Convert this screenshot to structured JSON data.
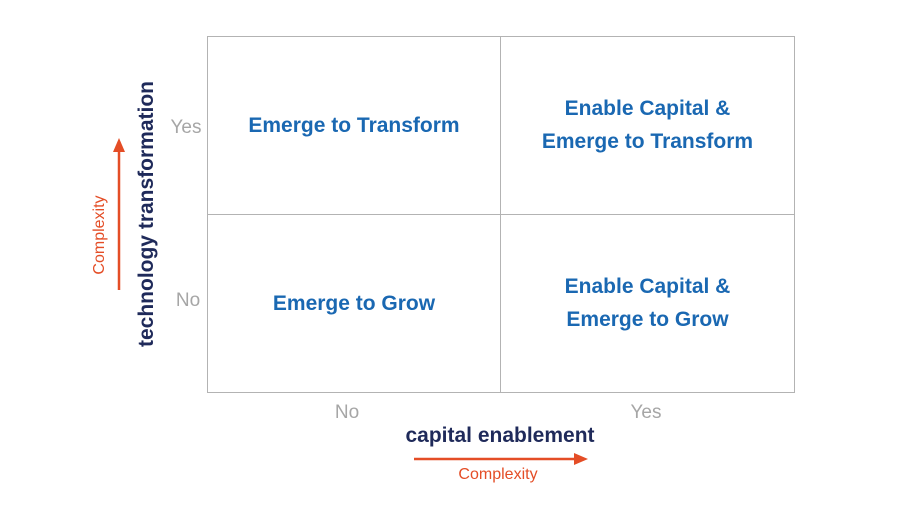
{
  "matrix": {
    "quadrants": {
      "top_left": {
        "lines": [
          "Emerge to Transform"
        ]
      },
      "top_right": {
        "lines": [
          "Enable Capital &",
          "Emerge to Transform"
        ]
      },
      "bottom_left": {
        "lines": [
          "Emerge to Grow"
        ]
      },
      "bottom_right": {
        "lines": [
          "Enable Capital &",
          "Emerge to Grow"
        ]
      }
    }
  },
  "y_axis": {
    "title": "technology transformation",
    "arrow_label": "Complexity",
    "tick_top": "Yes",
    "tick_bottom": "No"
  },
  "x_axis": {
    "title": "capital enablement",
    "arrow_label": "Complexity",
    "tick_left": "No",
    "tick_right": "Yes"
  },
  "colors": {
    "quadrant_text": "#1a68b2",
    "axis_title": "#1f2a5a",
    "accent_red": "#e44d26",
    "tick_gray": "#a6a6a6",
    "grid_border": "#b3b3b3",
    "background": "#ffffff"
  }
}
